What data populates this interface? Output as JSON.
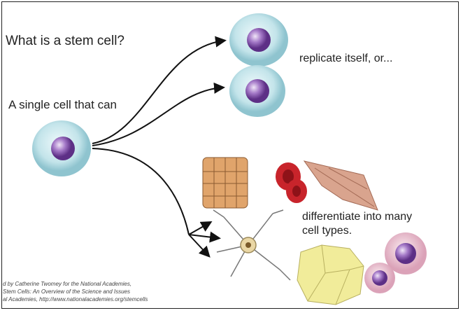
{
  "heading": "What is a stem cell?",
  "intro": "A single cell that can",
  "replicate_label": "replicate itself, or...",
  "differentiate_label": [
    "differentiate into many",
    "cell types."
  ],
  "credit": [
    "d by Catherine Twomey for the National Academies,",
    "Stem Cells: An Overview of the Science and Issues",
    "al Academies, http://www.nationalacademies.org/stemcells"
  ],
  "colors": {
    "cell_body": "#bfe3ea",
    "nucleus": "#8a5cb0",
    "red_cell": "#c8242b",
    "fat_cell": "#f1ec9a"
  }
}
